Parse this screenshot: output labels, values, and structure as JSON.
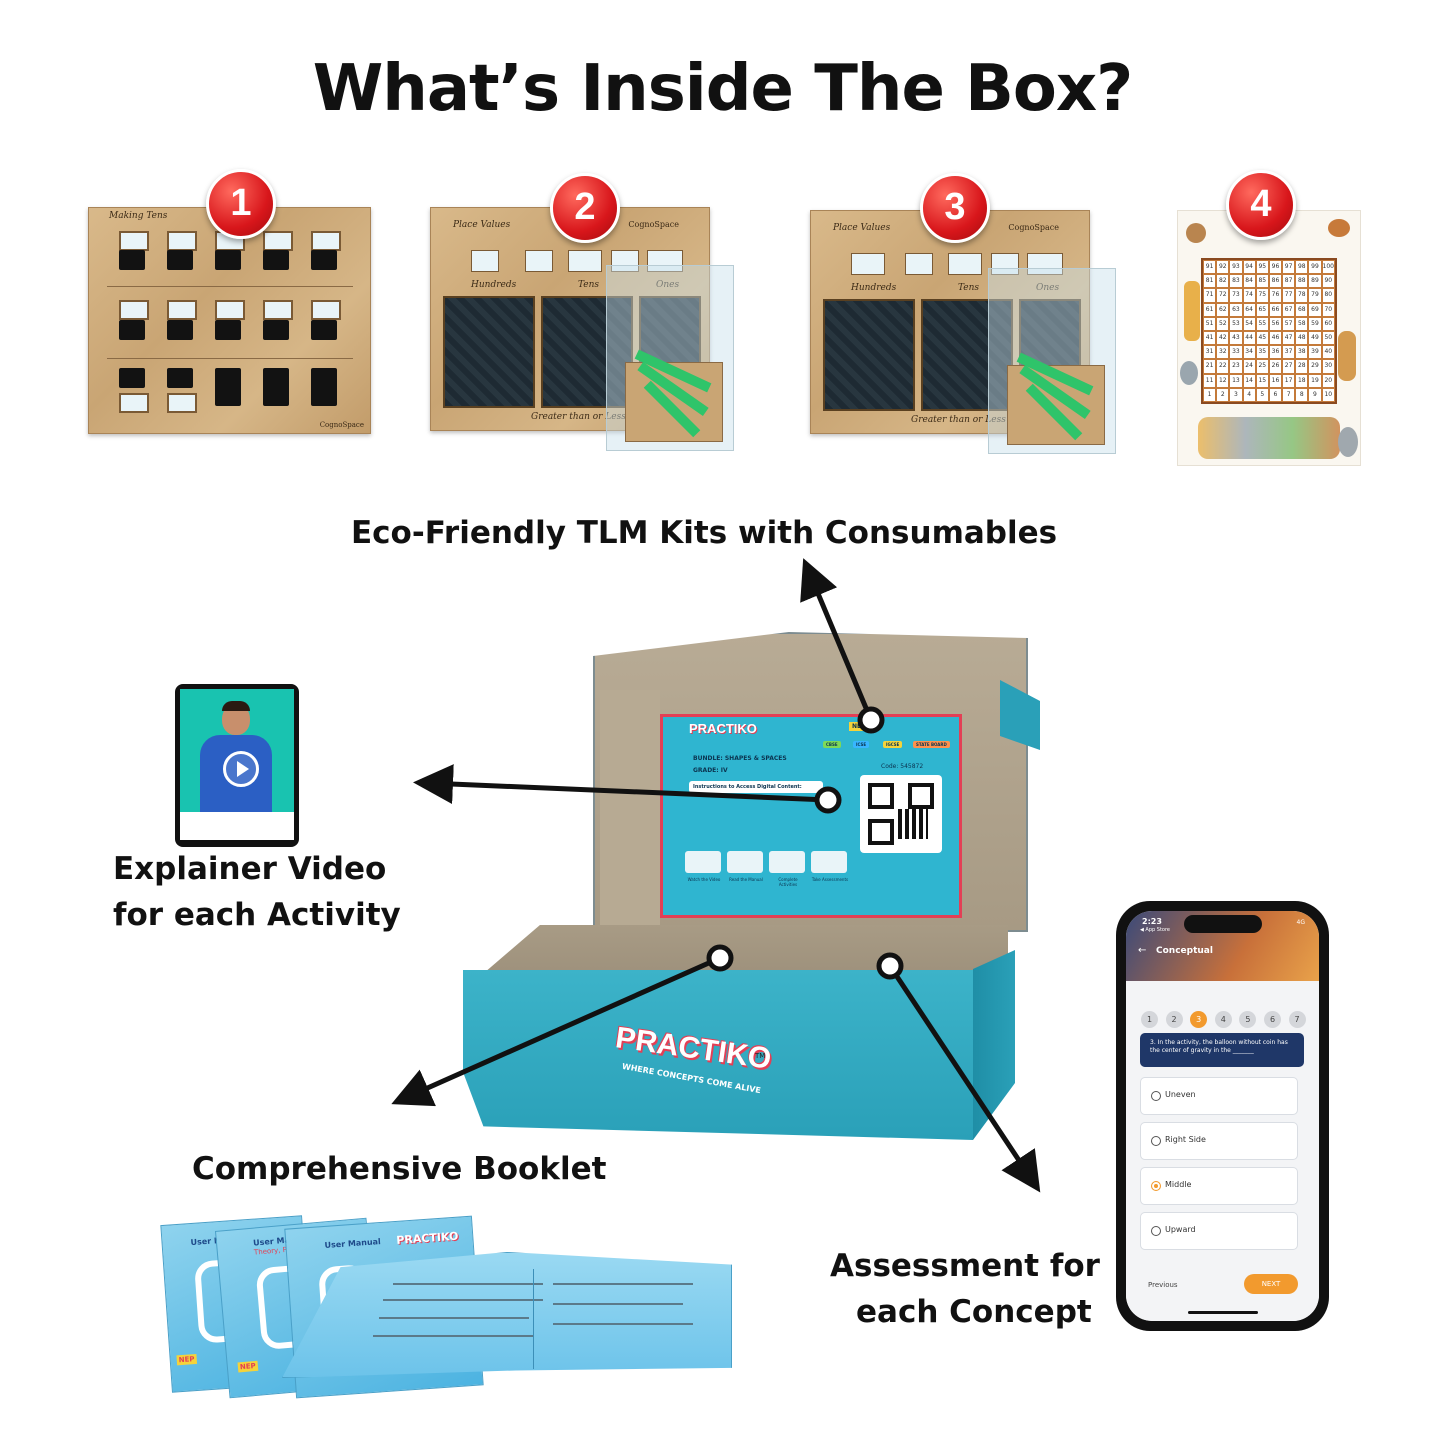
{
  "page_title": "What’s Inside The Box?",
  "badges": [
    "1",
    "2",
    "3",
    "4"
  ],
  "boards": {
    "b1_label": "Making Tens",
    "b2_label": "Place Values",
    "b3_label": "Place Values",
    "hundreds": "Hundreds",
    "tens": "Tens",
    "ones": "Ones",
    "footer": "Greater than or Less than",
    "brand": "CognoSpace"
  },
  "hundred_chart": {
    "rows": [
      [
        "91",
        "92",
        "93",
        "94",
        "95",
        "96",
        "97",
        "98",
        "99",
        "100"
      ],
      [
        "81",
        "82",
        "83",
        "84",
        "85",
        "86",
        "87",
        "88",
        "89",
        "90"
      ],
      [
        "71",
        "72",
        "73",
        "74",
        "75",
        "76",
        "77",
        "78",
        "79",
        "80"
      ],
      [
        "61",
        "62",
        "63",
        "64",
        "65",
        "66",
        "67",
        "68",
        "69",
        "70"
      ],
      [
        "51",
        "52",
        "53",
        "54",
        "55",
        "56",
        "57",
        "58",
        "59",
        "60"
      ],
      [
        "41",
        "42",
        "43",
        "44",
        "45",
        "46",
        "47",
        "48",
        "49",
        "50"
      ],
      [
        "31",
        "32",
        "33",
        "34",
        "35",
        "36",
        "37",
        "38",
        "39",
        "40"
      ],
      [
        "21",
        "22",
        "23",
        "24",
        "25",
        "26",
        "27",
        "28",
        "29",
        "30"
      ],
      [
        "11",
        "12",
        "13",
        "14",
        "15",
        "16",
        "17",
        "18",
        "19",
        "20"
      ],
      [
        "1",
        "2",
        "3",
        "4",
        "5",
        "6",
        "7",
        "8",
        "9",
        "10"
      ]
    ]
  },
  "labels": {
    "tlm": "Eco-Friendly TLM Kits with Consumables",
    "video_line1": "Explainer Video",
    "video_line2": "for each Activity",
    "booklet": "Comprehensive Booklet",
    "assess_line1": "Assessment for",
    "assess_line2": "each Concept"
  },
  "box": {
    "brand": "PRACTIKO",
    "tagline": "WHERE CONCEPTS COME ALIVE",
    "tm": "TM",
    "insert_bundle": "BUNDLE: SHAPES & SPACES",
    "insert_grade": "GRADE: IV",
    "insert_heading": "Instructions to Access Digital Content:",
    "insert_code": "Code: 545872",
    "insert_boards": [
      "CBSE",
      "ICSE",
      "IGCSE",
      "STATE BOARD"
    ],
    "insert_nep": "NEP",
    "insert_steps": [
      "Watch the Video",
      "Read the Manual",
      "Complete Activities",
      "Take Assessments"
    ]
  },
  "phone": {
    "time": "2:23",
    "back_app": "◀ App Store",
    "status": "4G",
    "header": "Conceptual",
    "question_numbers": [
      "1",
      "2",
      "3",
      "4",
      "5",
      "6",
      "7"
    ],
    "active_question": 3,
    "question": "3. In the activity, the balloon without coin has the center of gravity in the _______",
    "options": [
      "Uneven",
      "Right Side",
      "Middle",
      "Upward"
    ],
    "selected_option": "Middle",
    "prev": "Previous",
    "next": "NEXT",
    "accent": "#f29a2e",
    "question_bg": "#1f3768"
  },
  "booklet": {
    "cover_title": "User Manual",
    "cover_sub": "Theory, Practical",
    "brand": "PRACTIKO",
    "nep": "NEP"
  },
  "colors": {
    "badge_red": "#d8161b",
    "box_teal": "#2fb0c8",
    "tablet_bg": "#19c3b0"
  }
}
